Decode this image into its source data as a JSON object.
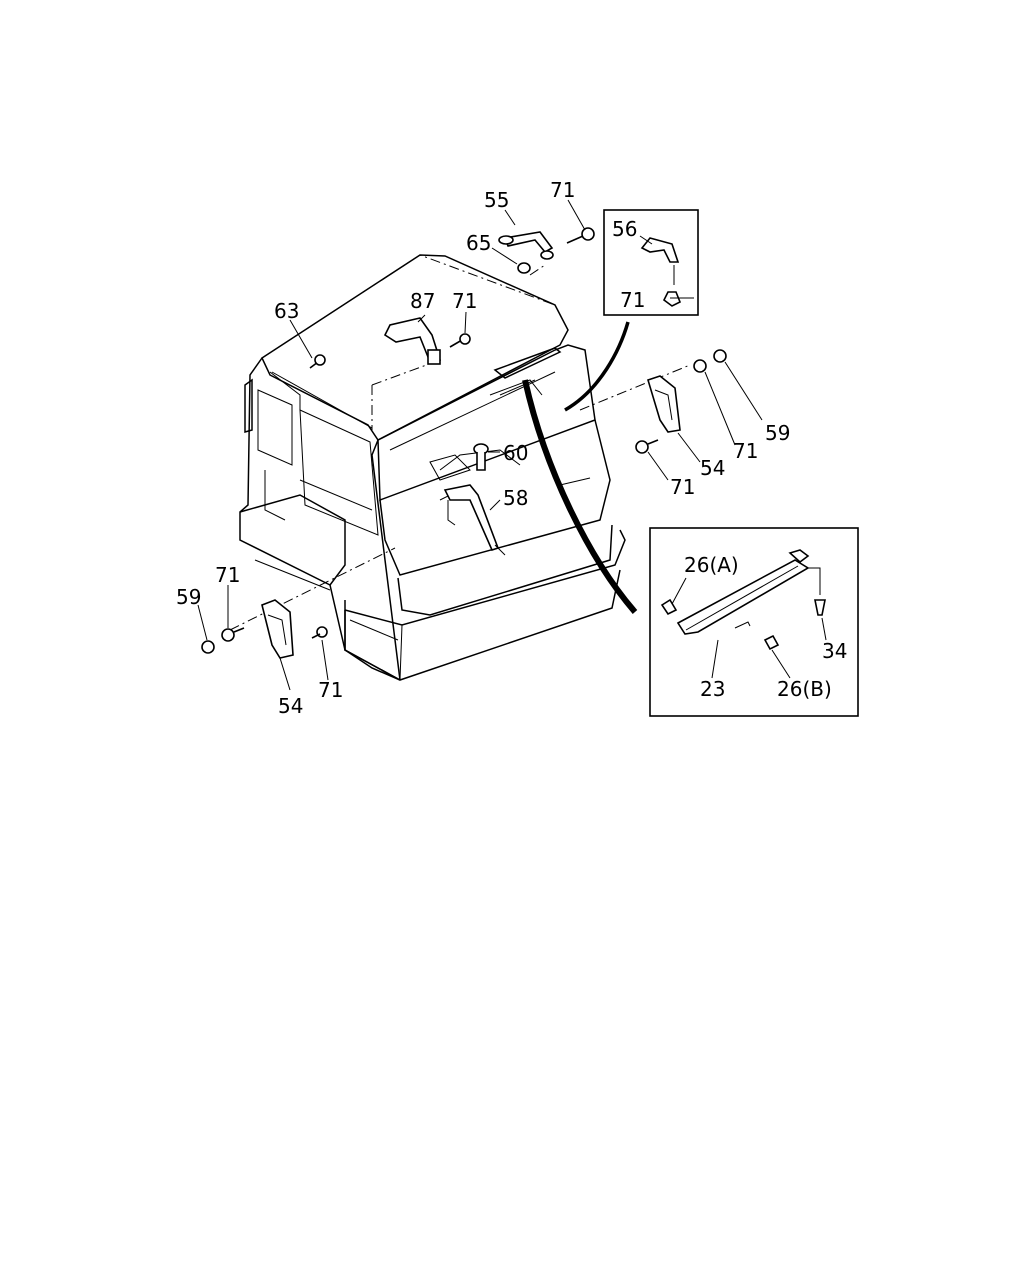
{
  "diagram": {
    "labels": {
      "p55": "55",
      "p71_top": "71",
      "p65": "65",
      "p56": "56",
      "p71_inset1": "71",
      "p63": "63",
      "p87": "87",
      "p71_roof": "71",
      "p59_right": "59",
      "p71_right_upper": "71",
      "p54_right": "54",
      "p71_right_lower": "71",
      "p60": "60",
      "p58": "58",
      "p59_left": "59",
      "p71_left_upper": "71",
      "p54_left": "54",
      "p71_left_lower": "71",
      "p26a": "26(A)",
      "p34": "34",
      "p23": "23",
      "p26b": "26(B)"
    }
  }
}
